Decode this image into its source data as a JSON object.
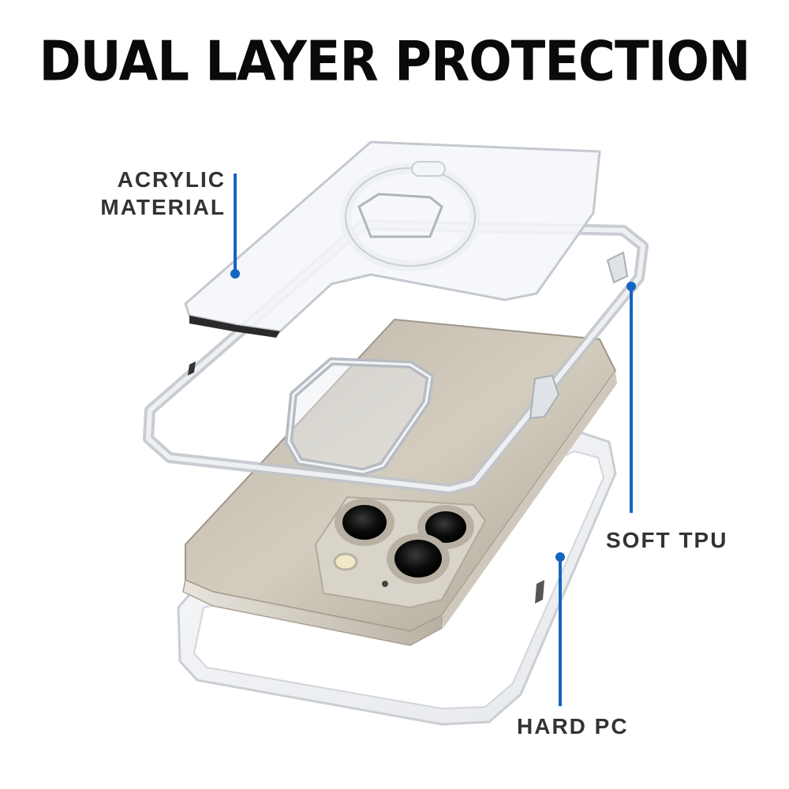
{
  "headline": "DUAL LAYER PROTECTION",
  "callouts": {
    "acrylic": {
      "line1": "ACRYLIC",
      "line2": "MATERIAL"
    },
    "soft_tpu": "SOFT TPU",
    "hard_pc": "HARD PC"
  },
  "colors": {
    "callout_line": "#1565c0",
    "phone_body": "#c9c2b4",
    "case_edge": "#c8ccd2"
  }
}
